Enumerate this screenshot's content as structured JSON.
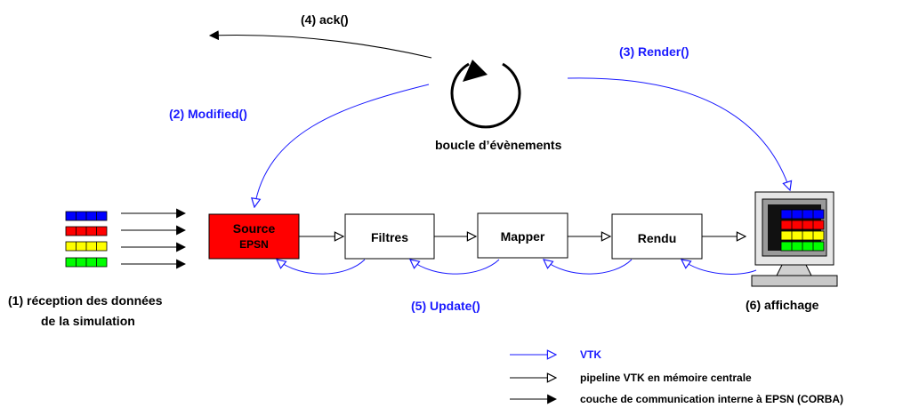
{
  "labels": {
    "ack": "(4) ack()",
    "render": "(3) Render()",
    "modified": "(2) Modified()",
    "event_loop": "boucle d’évènements",
    "update": "(5) Update()",
    "reception_line1": "(1) réception des données",
    "reception_line2": "de la simulation",
    "display": "(6) affichage"
  },
  "boxes": {
    "source_line1": "Source",
    "source_line2": "EPSN",
    "filters": "Filtres",
    "mapper": "Mapper",
    "render": "Rendu"
  },
  "legend": [
    {
      "label": "VTK",
      "color": "#1a1aff"
    },
    {
      "label": "pipeline VTK en mémoire centrale",
      "color": "#000000"
    },
    {
      "label": "couche de communication interne à EPSN (CORBA)",
      "color": "#000000"
    }
  ],
  "colors": {
    "vtk_blue": "#1a1aff",
    "source_red": "#ff0000",
    "data_rows": [
      "#0000ff",
      "#ff0000",
      "#ffff00",
      "#00ff00"
    ]
  }
}
